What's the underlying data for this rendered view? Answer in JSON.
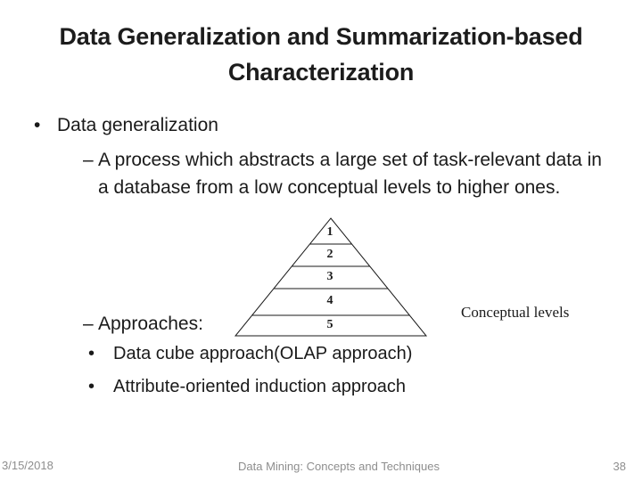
{
  "title": {
    "lines": [
      "Data Generalization and Summarization-based",
      "Characterization"
    ]
  },
  "content": {
    "bullet1_marker": "•",
    "bullet1": "Data generalization",
    "sub1_marker": "–",
    "sub1_lines": [
      "A process which abstracts a large set of task-relevant data in",
      "a database from a low conceptual levels to higher ones."
    ],
    "sub2_marker": "–",
    "sub2": "Approaches:",
    "item_marker": "•",
    "items": [
      "Data cube approach(OLAP approach)",
      "Attribute-oriented induction approach"
    ]
  },
  "pyramid": {
    "levels": [
      "1",
      "2",
      "3",
      "4",
      "5"
    ],
    "caption": "Conceptual levels",
    "stroke_color": "#1a1a1a"
  },
  "footer": {
    "date": "3/15/2018",
    "center": "Data Mining: Concepts and Techniques",
    "page": "38"
  },
  "colors": {
    "background": "#ffffff",
    "text": "#1a1a1a",
    "footer_text": "#8e8e8e"
  }
}
